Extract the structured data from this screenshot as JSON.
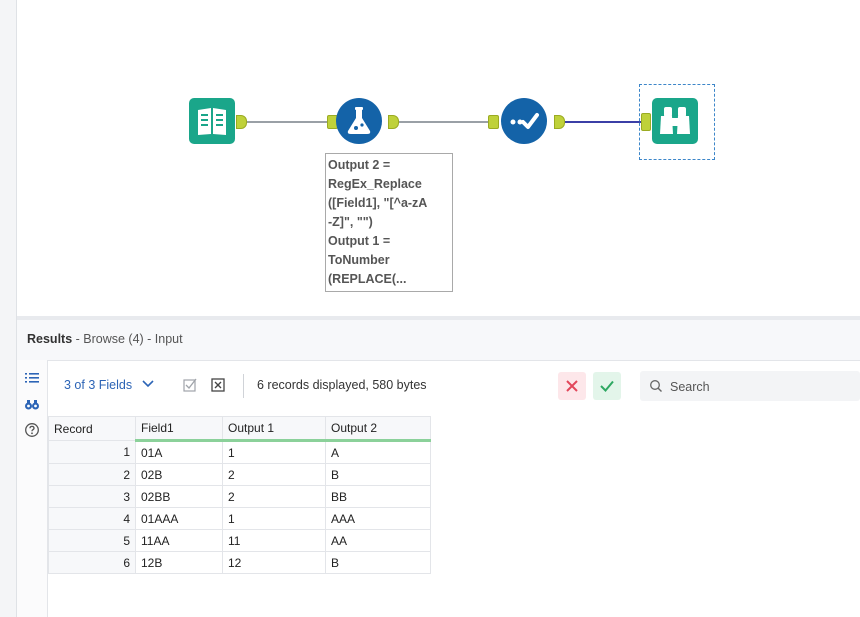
{
  "canvas": {
    "annotation_text": "Output 2 =\nRegEx_Replace\n([Field1], \"[^a-zA\n-Z]\", \"\")\nOutput 1 =\nToNumber\n(REPLACE(..."
  },
  "colors": {
    "input_tool": "#1aa68a",
    "formula_tool": "#1463a8",
    "select_tool": "#1463a8",
    "browse_tool": "#1aa68a",
    "anchor": "#bfd13a",
    "accent_blue": "#2c64b6"
  },
  "icons": {
    "input": "book-icon",
    "formula": "flask-icon",
    "select": "checkmark-icon",
    "browse": "binoculars-icon"
  },
  "results": {
    "title_bold": "Results",
    "title_rest": " - Browse (4) - Input",
    "fields_select": "3 of 3 Fields",
    "record_info": "6 records displayed, 580 bytes",
    "search_placeholder": "Search",
    "columns": [
      "Record",
      "Field1",
      "Output 1",
      "Output 2"
    ],
    "rows": [
      [
        "1",
        "01A",
        "1",
        "A"
      ],
      [
        "2",
        "02B",
        "2",
        "B"
      ],
      [
        "3",
        "02BB",
        "2",
        "BB"
      ],
      [
        "4",
        "01AAA",
        "1",
        "AAA"
      ],
      [
        "5",
        "11AA",
        "11",
        "AA"
      ],
      [
        "6",
        "12B",
        "12",
        "B"
      ]
    ]
  }
}
